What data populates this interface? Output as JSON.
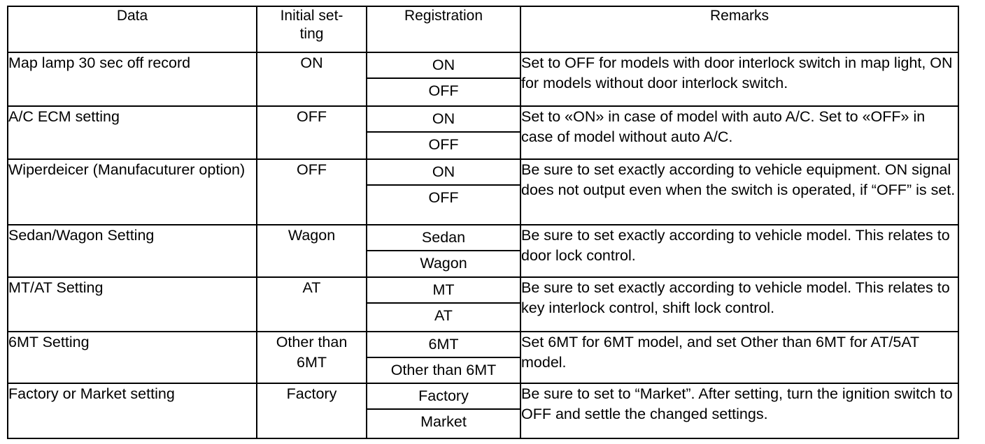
{
  "table": {
    "headers": {
      "data": "Data",
      "initial_setting": "Initial set-\nting",
      "registration": "Registration",
      "remarks": "Remarks"
    },
    "rows": [
      {
        "data": "Map lamp 30 sec off record",
        "initial_setting": "ON",
        "registration": [
          "ON",
          "OFF"
        ],
        "remarks": "Set to OFF for models with door interlock switch in map light, ON for models without door interlock switch."
      },
      {
        "data": "A/C ECM setting",
        "initial_setting": "OFF",
        "registration": [
          "ON",
          "OFF"
        ],
        "remarks": "Set to «ON» in case of model with auto A/C. Set to «OFF» in case of model without auto A/C."
      },
      {
        "data": "Wiperdeicer (Manufacuturer option)",
        "initial_setting": "OFF",
        "registration": [
          "ON",
          "OFF"
        ],
        "remarks": "Be sure to set exactly according to vehicle equipment. ON signal does not output even when the switch is operated, if “OFF” is set."
      },
      {
        "data": "Sedan/Wagon Setting",
        "initial_setting": "Wagon",
        "registration": [
          "Sedan",
          "Wagon"
        ],
        "remarks": "Be sure to set exactly according to vehicle model. This relates to door lock control."
      },
      {
        "data": "MT/AT Setting",
        "initial_setting": "AT",
        "registration": [
          "MT",
          "AT"
        ],
        "remarks": "Be sure to set exactly according to vehicle model. This relates to key interlock control, shift lock control."
      },
      {
        "data": "6MT Setting",
        "initial_setting": "Other than\n6MT",
        "registration": [
          "6MT",
          "Other than 6MT"
        ],
        "remarks": "Set 6MT for 6MT model, and set Other than 6MT for AT/5AT model."
      },
      {
        "data": "Factory or Market setting",
        "initial_setting": "Factory",
        "registration": [
          "Factory",
          "Market"
        ],
        "remarks": "Be sure to set to “Market”. After setting, turn the ignition switch to OFF and settle the changed settings."
      }
    ]
  },
  "colors": {
    "border": "#000000",
    "text": "#000000",
    "background": "#ffffff"
  }
}
